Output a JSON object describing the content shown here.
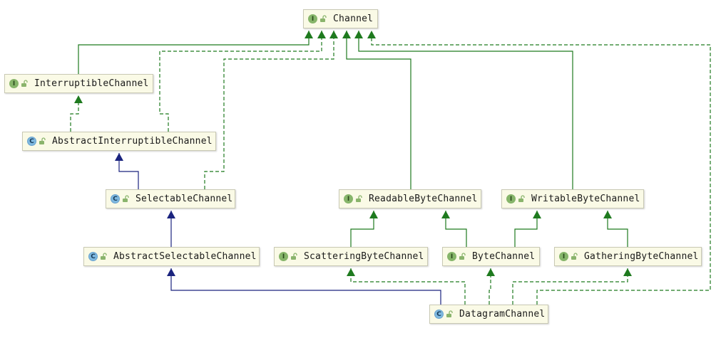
{
  "diagram": {
    "nodes": {
      "channel": {
        "label": "Channel",
        "kind": "I",
        "kind_icon": "interface-icon"
      },
      "interruptible": {
        "label": "InterruptibleChannel",
        "kind": "I",
        "kind_icon": "interface-icon"
      },
      "abstract_interruptible": {
        "label": "AbstractInterruptibleChannel",
        "kind": "C",
        "kind_icon": "abstract-class-icon"
      },
      "selectable": {
        "label": "SelectableChannel",
        "kind": "C",
        "kind_icon": "abstract-class-icon"
      },
      "abstract_selectable": {
        "label": "AbstractSelectableChannel",
        "kind": "C",
        "kind_icon": "abstract-class-icon"
      },
      "readable": {
        "label": "ReadableByteChannel",
        "kind": "I",
        "kind_icon": "interface-icon"
      },
      "writable": {
        "label": "WritableByteChannel",
        "kind": "I",
        "kind_icon": "interface-icon"
      },
      "scattering": {
        "label": "ScatteringByteChannel",
        "kind": "I",
        "kind_icon": "interface-icon"
      },
      "byte": {
        "label": "ByteChannel",
        "kind": "I",
        "kind_icon": "interface-icon"
      },
      "gathering": {
        "label": "GatheringByteChannel",
        "kind": "I",
        "kind_icon": "interface-icon"
      },
      "datagram": {
        "label": "DatagramChannel",
        "kind": "C",
        "kind_icon": "abstract-class-icon"
      }
    },
    "edges": [
      {
        "from": "InterruptibleChannel",
        "to": "Channel",
        "relation": "extends"
      },
      {
        "from": "AbstractInterruptibleChannel",
        "to": "Channel",
        "relation": "implements"
      },
      {
        "from": "SelectableChannel",
        "to": "Channel",
        "relation": "implements"
      },
      {
        "from": "ReadableByteChannel",
        "to": "Channel",
        "relation": "extends"
      },
      {
        "from": "WritableByteChannel",
        "to": "Channel",
        "relation": "extends"
      },
      {
        "from": "DatagramChannel",
        "to": "Channel",
        "relation": "implements"
      },
      {
        "from": "AbstractInterruptibleChannel",
        "to": "InterruptibleChannel",
        "relation": "implements"
      },
      {
        "from": "SelectableChannel",
        "to": "AbstractInterruptibleChannel",
        "relation": "extends-class"
      },
      {
        "from": "AbstractSelectableChannel",
        "to": "SelectableChannel",
        "relation": "extends-class"
      },
      {
        "from": "ScatteringByteChannel",
        "to": "ReadableByteChannel",
        "relation": "extends"
      },
      {
        "from": "ByteChannel",
        "to": "ReadableByteChannel",
        "relation": "extends"
      },
      {
        "from": "ByteChannel",
        "to": "WritableByteChannel",
        "relation": "extends"
      },
      {
        "from": "GatheringByteChannel",
        "to": "WritableByteChannel",
        "relation": "extends"
      },
      {
        "from": "DatagramChannel",
        "to": "AbstractSelectableChannel",
        "relation": "extends-class"
      },
      {
        "from": "DatagramChannel",
        "to": "ScatteringByteChannel",
        "relation": "implements"
      },
      {
        "from": "DatagramChannel",
        "to": "ByteChannel",
        "relation": "implements"
      },
      {
        "from": "DatagramChannel",
        "to": "GatheringByteChannel",
        "relation": "implements"
      }
    ],
    "colors": {
      "interface_edge": "#1e7a1e",
      "class_edge": "#1a237e",
      "node_fill": "#fafae6"
    },
    "lock_icon": "unlocked-padlock-icon"
  }
}
